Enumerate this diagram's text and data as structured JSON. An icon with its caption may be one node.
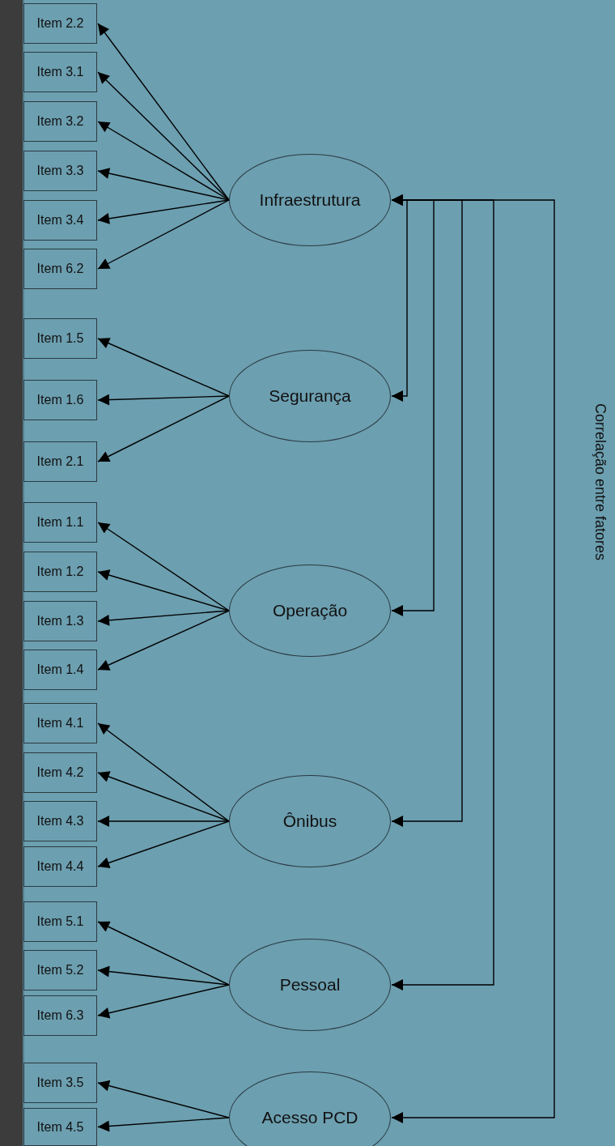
{
  "diagram": {
    "nodes": [
      {
        "text": [
          "Infraestrutura"
        ]
      },
      {
        "text": [
          "Item 2.2"
        ]
      },
      {
        "text": [
          "Item 3.1"
        ]
      },
      {
        "text": [
          "Item 3.2"
        ]
      },
      {
        "text": [
          "Item 3.3"
        ]
      },
      {
        "text": [
          "Item 3.4"
        ]
      },
      {
        "text": [
          "Item 6.2"
        ]
      },
      {
        "text": [
          "Segurança"
        ]
      },
      {
        "text": [
          "Item 1.5"
        ]
      },
      {
        "text": [
          "Item 1.6"
        ]
      },
      {
        "text": [
          "Item 2.1"
        ]
      },
      {
        "text": [
          "Operação"
        ]
      },
      {
        "text": [
          "Item 1.1"
        ]
      },
      {
        "text": [
          "Item 1.2"
        ]
      },
      {
        "text": [
          "Item 1.3"
        ]
      },
      {
        "text": [
          "Item 1.4"
        ]
      },
      {
        "text": [
          "Ônibus"
        ]
      },
      {
        "text": [
          "Item 4.1"
        ]
      },
      {
        "text": [
          "Item 4.2"
        ]
      },
      {
        "text": [
          "Item 4.3"
        ]
      },
      {
        "text": [
          "Item 4.4"
        ]
      },
      {
        "text": [
          "Pessoal"
        ]
      },
      {
        "text": [
          "Item 5.1"
        ]
      },
      {
        "text": [
          "Item 5.2"
        ]
      },
      {
        "text": [
          "Item 6.3"
        ]
      },
      {
        "text": [
          "Acesso PCD"
        ]
      },
      {
        "text": [
          "Item 3.5"
        ]
      },
      {
        "text": [
          "Item 4.5"
        ]
      }
    ],
    "edges": [
      {
        "from": 0,
        "to": 1,
        "arrow": "to"
      },
      {
        "from": 0,
        "to": 2,
        "arrow": "to"
      },
      {
        "from": 0,
        "to": 3,
        "arrow": "to"
      },
      {
        "from": 0,
        "to": 4,
        "arrow": "to"
      },
      {
        "from": 0,
        "to": 5,
        "arrow": "to"
      },
      {
        "from": 0,
        "to": 6,
        "arrow": "to"
      },
      {
        "from": 7,
        "to": 8,
        "arrow": "to"
      },
      {
        "from": 7,
        "to": 9,
        "arrow": "to"
      },
      {
        "from": 7,
        "to": 10,
        "arrow": "to"
      },
      {
        "from": 11,
        "to": 12,
        "arrow": "to"
      },
      {
        "from": 11,
        "to": 13,
        "arrow": "to"
      },
      {
        "from": 11,
        "to": 14,
        "arrow": "to"
      },
      {
        "from": 11,
        "to": 15,
        "arrow": "to"
      },
      {
        "from": 16,
        "to": 17,
        "arrow": "to"
      },
      {
        "from": 16,
        "to": 18,
        "arrow": "to"
      },
      {
        "from": 16,
        "to": 19,
        "arrow": "to"
      },
      {
        "from": 16,
        "to": 20,
        "arrow": "to"
      },
      {
        "from": 21,
        "to": 22,
        "arrow": "to"
      },
      {
        "from": 21,
        "to": 23,
        "arrow": "to"
      },
      {
        "from": 21,
        "to": 24,
        "arrow": "to"
      },
      {
        "from": 25,
        "to": 26,
        "arrow": "to"
      },
      {
        "from": 25,
        "to": 27,
        "arrow": "to"
      },
      {
        "from": 0,
        "to": 7,
        "arrow": "both"
      },
      {
        "from": 0,
        "to": 11,
        "arrow": "both"
      },
      {
        "from": 0,
        "to": 16,
        "arrow": "both"
      },
      {
        "from": 0,
        "to": 21,
        "arrow": "both"
      },
      {
        "from": 0,
        "to": 25,
        "arrow": "both"
      }
    ],
    "labels": [
      "Correlação entre fatores"
    ]
  }
}
